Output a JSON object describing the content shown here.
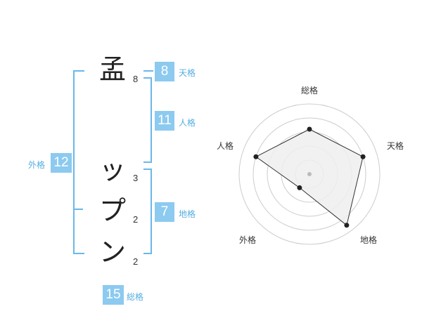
{
  "name": {
    "characters": [
      {
        "char": "孟",
        "strokes": "8"
      },
      {
        "char": "ッ",
        "strokes": "3"
      },
      {
        "char": "プ",
        "strokes": "2"
      },
      {
        "char": "ン",
        "strokes": "2"
      }
    ]
  },
  "kaku": {
    "tenkaku": {
      "label": "天格",
      "value": "8"
    },
    "jinkaku": {
      "label": "人格",
      "value": "11"
    },
    "chikaku": {
      "label": "地格",
      "value": "7"
    },
    "gaikaku": {
      "label": "外格",
      "value": "12"
    },
    "soukaku": {
      "label": "総格",
      "value": "15"
    }
  },
  "radar": {
    "axes": [
      "総格",
      "天格",
      "地格",
      "外格",
      "人格"
    ],
    "levels": 5,
    "values": [
      3.2,
      4.0,
      4.5,
      1.2,
      4.0
    ],
    "max": 5,
    "colors": {
      "ring": "#cccccc",
      "fill": "#eeeeee",
      "line": "#333333",
      "point": "#222222",
      "center": "#bbbbbb"
    }
  }
}
